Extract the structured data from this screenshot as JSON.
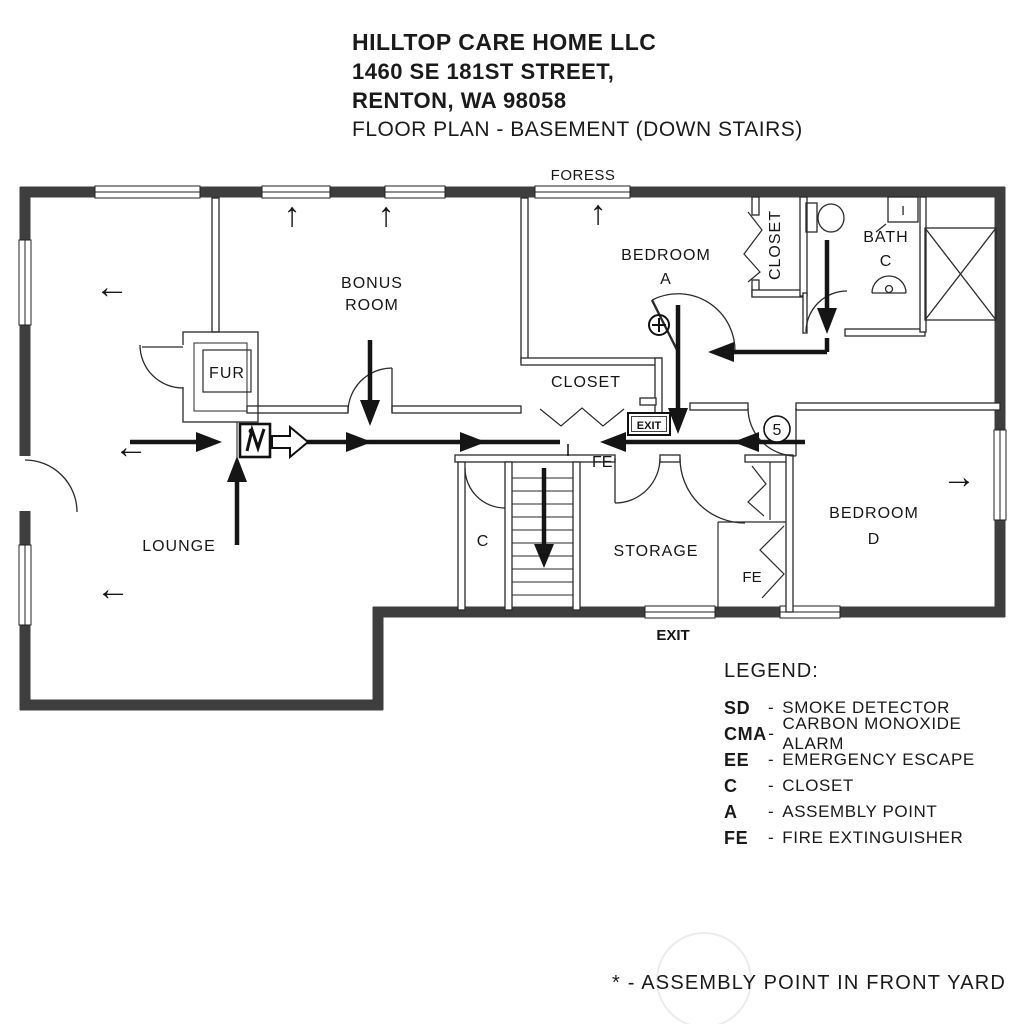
{
  "header": {
    "line1": "HILLTOP CARE HOME LLC",
    "line2": "1460 SE 181ST STREET,",
    "line3": "RENTON, WA 98058",
    "line4": "FLOOR PLAN - BASEMENT (DOWN STAIRS)"
  },
  "plan": {
    "labels": {
      "foress": "FORESS",
      "exit": "EXIT"
    },
    "rooms": {
      "bonus_1": "BONUS",
      "bonus_2": "ROOM",
      "bedroom_a_1": "BEDROOM",
      "bedroom_a_2": "A",
      "closet_a": "CLOSET",
      "bath_1": "BATH",
      "bath_2": "C",
      "closet_hall": "CLOSET",
      "fur": "FUR",
      "lounge": "LOUNGE",
      "c": "C",
      "storage": "STORAGE",
      "bedroom_d_1": "BEDROOM",
      "bedroom_d_2": "D"
    },
    "markers": {
      "fe_hall": "FE",
      "fe_closet": "FE",
      "keynote": "5",
      "exit_sign": "EXIT",
      "counter": "I"
    },
    "icons": {
      "up_arrow": "↑",
      "left_arrow": "←",
      "right_arrow": "→"
    }
  },
  "legend": {
    "title": "LEGEND:",
    "separator": "-",
    "items": [
      {
        "abbr": "SD",
        "desc": "SMOKE DETECTOR"
      },
      {
        "abbr": "CMA",
        "desc": "CARBON MONOXIDE ALARM"
      },
      {
        "abbr": "EE",
        "desc": "EMERGENCY ESCAPE"
      },
      {
        "abbr": "C",
        "desc": "CLOSET"
      },
      {
        "abbr": "A",
        "desc": "ASSEMBLY POINT"
      },
      {
        "abbr": "FE",
        "desc": "FIRE EXTINGUISHER"
      }
    ]
  },
  "footnote": {
    "text": "* - ASSEMBLY POINT IN FRONT YARD"
  }
}
